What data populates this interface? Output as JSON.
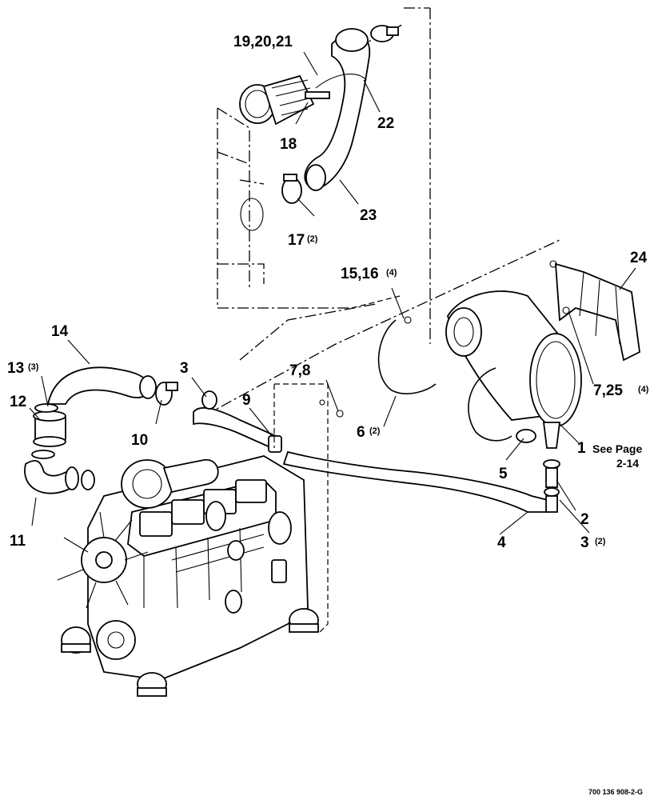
{
  "drawing_number": "700 136 908-2-G",
  "callouts": [
    {
      "id": "c-19-20-21",
      "label": "19,20,21",
      "qty": ""
    },
    {
      "id": "c-22",
      "label": "22",
      "qty": ""
    },
    {
      "id": "c-18",
      "label": "18",
      "qty": ""
    },
    {
      "id": "c-23",
      "label": "23",
      "qty": ""
    },
    {
      "id": "c-17",
      "label": "17",
      "qty": "(2)"
    },
    {
      "id": "c-24",
      "label": "24",
      "qty": ""
    },
    {
      "id": "c-15-16",
      "label": "15,16",
      "qty": "(4)"
    },
    {
      "id": "c-14",
      "label": "14",
      "qty": ""
    },
    {
      "id": "c-13",
      "label": "13",
      "qty": "(3)"
    },
    {
      "id": "c-12",
      "label": "12",
      "qty": ""
    },
    {
      "id": "c-11",
      "label": "11",
      "qty": ""
    },
    {
      "id": "c-10",
      "label": "10",
      "qty": ""
    },
    {
      "id": "c-3a",
      "label": "3",
      "qty": ""
    },
    {
      "id": "c-7-8",
      "label": "7,8",
      "qty": ""
    },
    {
      "id": "c-9",
      "label": "9",
      "qty": ""
    },
    {
      "id": "c-6",
      "label": "6",
      "qty": "(2)"
    },
    {
      "id": "c-7-25",
      "label": "7,25",
      "qty": "(4)"
    },
    {
      "id": "c-1",
      "label": "1",
      "qty": ""
    },
    {
      "id": "c-5",
      "label": "5",
      "qty": ""
    },
    {
      "id": "c-2",
      "label": "2",
      "qty": ""
    },
    {
      "id": "c-4",
      "label": "4",
      "qty": ""
    },
    {
      "id": "c-3b",
      "label": "3",
      "qty": "(2)"
    }
  ],
  "see_page": {
    "line1": "See Page",
    "line2": "2-14"
  }
}
